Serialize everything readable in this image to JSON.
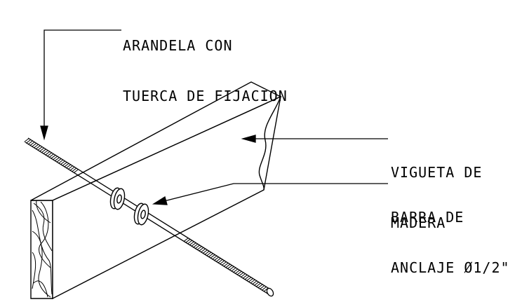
{
  "labels": {
    "washer": {
      "line1": "ARANDELA CON",
      "line2": "TUERCA DE FIJACION"
    },
    "joist": {
      "line1": "VIGUETA DE",
      "line2": "MADERA"
    },
    "rod": {
      "line1": "BARRA DE",
      "line2": "ANCLAJE Ø1/2\""
    }
  },
  "colors": {
    "line": "#000000",
    "background": "#ffffff"
  }
}
